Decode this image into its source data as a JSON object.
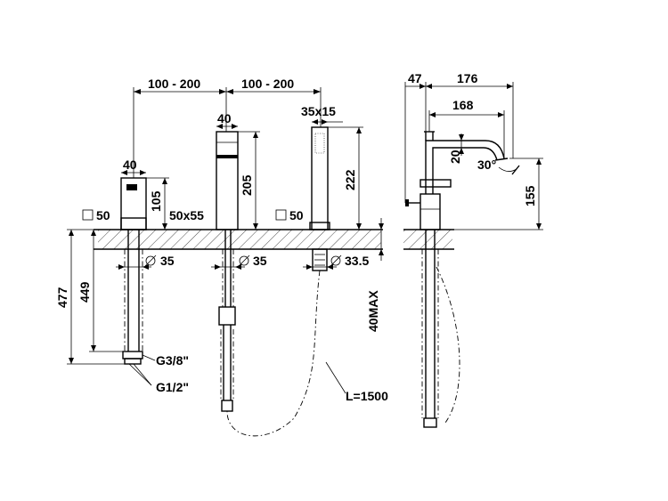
{
  "labels": {
    "spacing_left": "100 - 200",
    "spacing_right": "100 - 200",
    "mixer_width": "40",
    "mixer_height": "105",
    "mixer_base": "50",
    "spout_width": "40",
    "spout_height": "205",
    "spout_base": "50x55",
    "shower_section": "35x15",
    "shower_height": "222",
    "shower_base": "50",
    "hole_1": "35",
    "hole_2": "35",
    "hole_3": "33.5",
    "total_length": "477",
    "hose_length_left": "449",
    "thread_1": "G3/8\"",
    "thread_2": "G1/2\"",
    "deck_max": "40MAX",
    "hose_length": "L=1500",
    "side_offset": "47",
    "side_reach": "176",
    "side_spout": "168",
    "spout_dia": "20",
    "spout_angle": "30°",
    "side_height": "155"
  }
}
